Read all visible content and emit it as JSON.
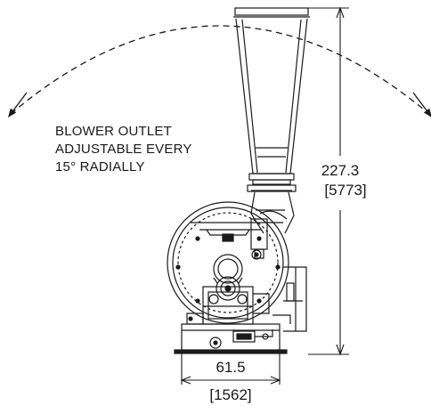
{
  "note": {
    "lines": [
      "BLOWER OUTLET",
      "ADJUSTABLE EVERY",
      "15° RADIALLY"
    ]
  },
  "dimensions": {
    "height": {
      "inches": "227.3",
      "mm": "[5773]"
    },
    "width": {
      "inches": "61.5",
      "mm": "[1562]"
    }
  },
  "colors": {
    "line": "#1a1a1a",
    "background": "#ffffff"
  }
}
